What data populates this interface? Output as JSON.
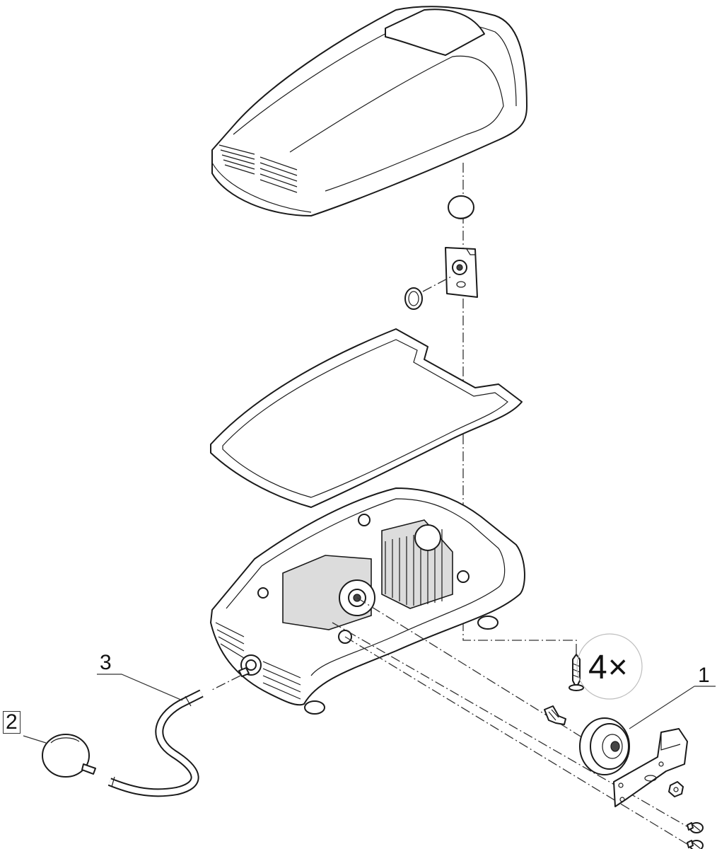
{
  "diagram": {
    "callouts": [
      {
        "id": "1",
        "text": "1",
        "boxed": false
      },
      {
        "id": "2",
        "text": "2",
        "boxed": true
      },
      {
        "id": "3",
        "text": "3",
        "boxed": false
      }
    ],
    "quantity_label": "4×"
  }
}
